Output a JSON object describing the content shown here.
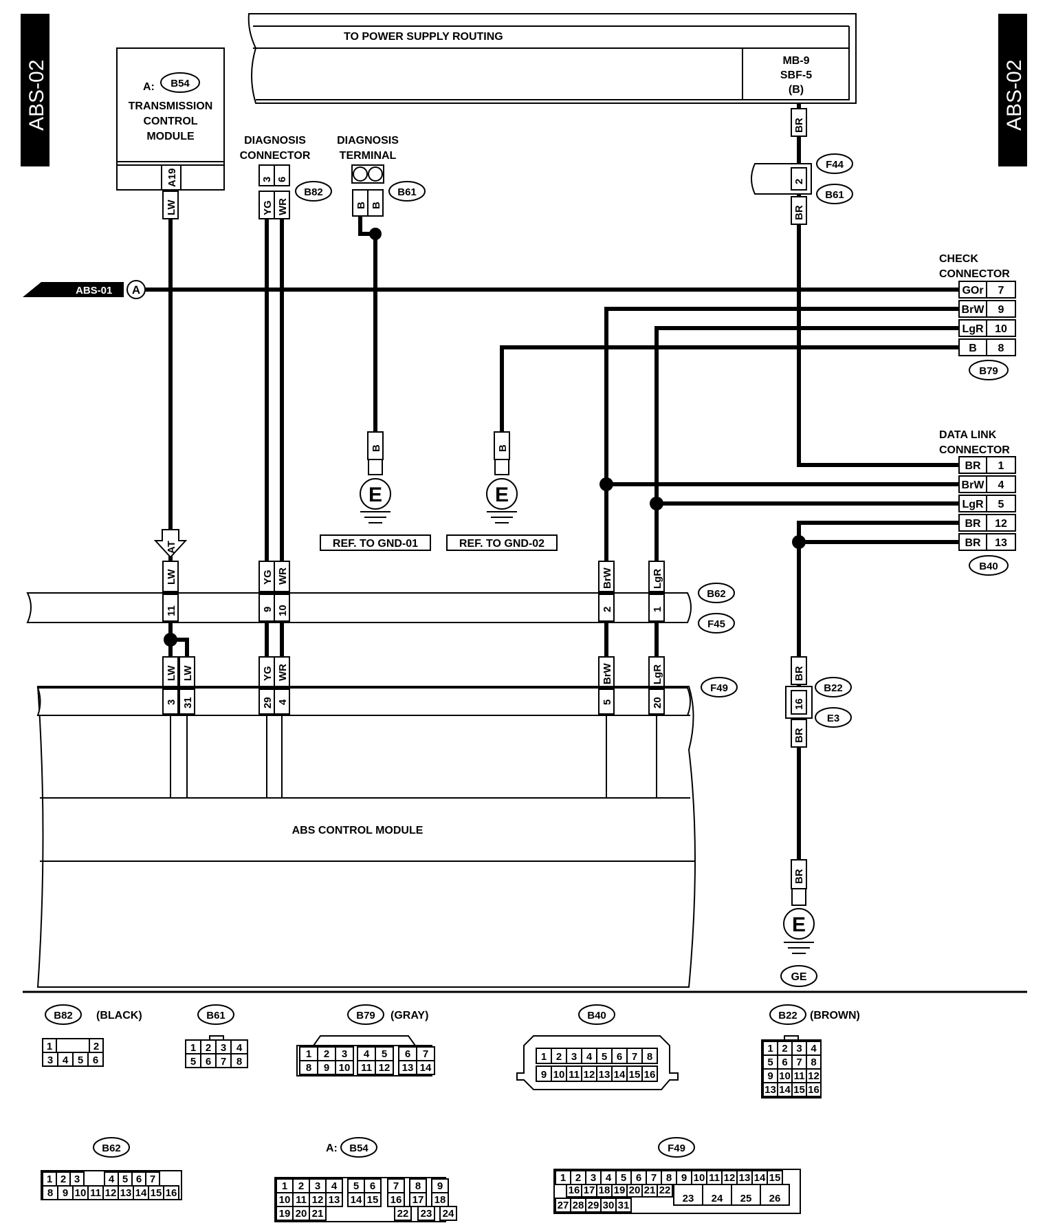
{
  "side_tags": {
    "left": "ABS-02",
    "right": "ABS-02"
  },
  "power_supply": {
    "label": "TO POWER SUPPLY ROUTING",
    "fuse_line1": "MB-9",
    "fuse_line2": "SBF-5",
    "fuse_line3": "(B)"
  },
  "tcm": {
    "prefix": "A:",
    "connector": "B54",
    "line1": "TRANSMISSION",
    "line2": "CONTROL",
    "line3": "MODULE",
    "pin": "A19",
    "wire": "LW"
  },
  "diag_connector": {
    "line1": "DIAGNOSIS",
    "line2": "CONNECTOR",
    "connector": "B82",
    "pin_a": "3",
    "pin_b": "6",
    "wire_a": "YG",
    "wire_b": "WR"
  },
  "diag_terminal": {
    "line1": "DIAGNOSIS",
    "line2": "TERMINAL",
    "connector": "B61",
    "wire_a": "B",
    "wire_b": "B"
  },
  "abs01_ref": {
    "label": "ABS-01",
    "marker": "A"
  },
  "power_path": {
    "wire_top": "BR",
    "conn_f44": "F44",
    "pin": "2",
    "conn_b61": "B61",
    "wire_bottom": "BR"
  },
  "check_connector": {
    "line1": "CHECK",
    "line2": "CONNECTOR",
    "connector": "B79",
    "rows": [
      {
        "wire": "GOr",
        "pin": "7"
      },
      {
        "wire": "BrW",
        "pin": "9"
      },
      {
        "wire": "LgR",
        "pin": "10"
      },
      {
        "wire": "B",
        "pin": "8"
      }
    ]
  },
  "data_link": {
    "line1": "DATA LINK",
    "line2": "CONNECTOR",
    "connector": "B40",
    "rows": [
      {
        "wire": "BR",
        "pin": "1"
      },
      {
        "wire": "BrW",
        "pin": "4"
      },
      {
        "wire": "LgR",
        "pin": "5"
      },
      {
        "wire": "BR",
        "pin": "12"
      },
      {
        "wire": "BR",
        "pin": "13"
      }
    ]
  },
  "grounds": {
    "gnd1": {
      "wire": "B",
      "symbol": "E",
      "ref": "REF. TO GND-01"
    },
    "gnd2": {
      "wire": "B",
      "symbol": "E",
      "ref": "REF. TO GND-02"
    },
    "ge": {
      "wire": "BR",
      "symbol": "E",
      "label": "GE"
    }
  },
  "b22": {
    "wire_top": "BR",
    "pin": "16",
    "connector": "B22",
    "connector2": "E3",
    "wire_bottom": "BR"
  },
  "b62_connector": {
    "top": "B62",
    "bottom": "F45",
    "lw": "LW",
    "lw_pin": "11",
    "at": "AT",
    "yg": "YG",
    "yg_pin": "9",
    "wr": "WR",
    "wr_pin": "10",
    "brw": "BrW",
    "brw_pin": "2",
    "lgr": "LgR",
    "lgr_pin": "1"
  },
  "f49_connector": {
    "name": "F49",
    "wires": [
      {
        "wire": "LW",
        "pin": "3"
      },
      {
        "wire": "LW",
        "pin": "31"
      },
      {
        "wire": "YG",
        "pin": "29"
      },
      {
        "wire": "WR",
        "pin": "4"
      },
      {
        "wire": "BrW",
        "pin": "5"
      },
      {
        "wire": "LgR",
        "pin": "20"
      }
    ]
  },
  "abs_module": {
    "label": "ABS CONTROL MODULE"
  },
  "legend": {
    "b82": {
      "name": "B82",
      "color": "(BLACK)",
      "row1": [
        "1",
        "2"
      ],
      "row2": [
        "3",
        "4",
        "5",
        "6"
      ]
    },
    "b61": {
      "name": "B61",
      "row1": [
        "1",
        "2",
        "3",
        "4"
      ],
      "row2": [
        "5",
        "6",
        "7",
        "8"
      ]
    },
    "b79": {
      "name": "B79",
      "color": "(GRAY)",
      "row1": [
        "1",
        "2",
        "3",
        "4",
        "5",
        "6",
        "7"
      ],
      "row2": [
        "8",
        "9",
        "10",
        "11",
        "12",
        "13",
        "14"
      ]
    },
    "b40": {
      "name": "B40",
      "row1": [
        "1",
        "2",
        "3",
        "4",
        "5",
        "6",
        "7",
        "8"
      ],
      "row2": [
        "9",
        "10",
        "11",
        "12",
        "13",
        "14",
        "15",
        "16"
      ]
    },
    "b22": {
      "name": "B22",
      "color": "(BROWN)",
      "rows": [
        [
          "1",
          "2",
          "3",
          "4"
        ],
        [
          "5",
          "6",
          "7",
          "8"
        ],
        [
          "9",
          "10",
          "11",
          "12"
        ],
        [
          "13",
          "14",
          "15",
          "16"
        ]
      ]
    },
    "b62": {
      "name": "B62",
      "row1": [
        "1",
        "2",
        "3",
        "4",
        "5",
        "6",
        "7"
      ],
      "row2": [
        "8",
        "9",
        "10",
        "11",
        "12",
        "13",
        "14",
        "15",
        "16"
      ]
    },
    "b54": {
      "prefix": "A:",
      "name": "B54",
      "row1": [
        "1",
        "2",
        "3",
        "4",
        "5",
        "6",
        "7",
        "8",
        "9"
      ],
      "row2": [
        "10",
        "11",
        "12",
        "13",
        "14",
        "15",
        "16",
        "17",
        "18"
      ],
      "row3": [
        "19",
        "20",
        "21",
        "22",
        "23",
        "24"
      ]
    },
    "f49": {
      "name": "F49",
      "row1": [
        "1",
        "2",
        "3",
        "4",
        "5",
        "6",
        "7",
        "8",
        "9",
        "10",
        "11",
        "12",
        "13",
        "14",
        "15"
      ],
      "row2": [
        "16",
        "17",
        "18",
        "19",
        "20",
        "21",
        "22",
        "23",
        "24",
        "25",
        "26"
      ],
      "row3": [
        "27",
        "28",
        "29",
        "30",
        "31"
      ]
    }
  }
}
